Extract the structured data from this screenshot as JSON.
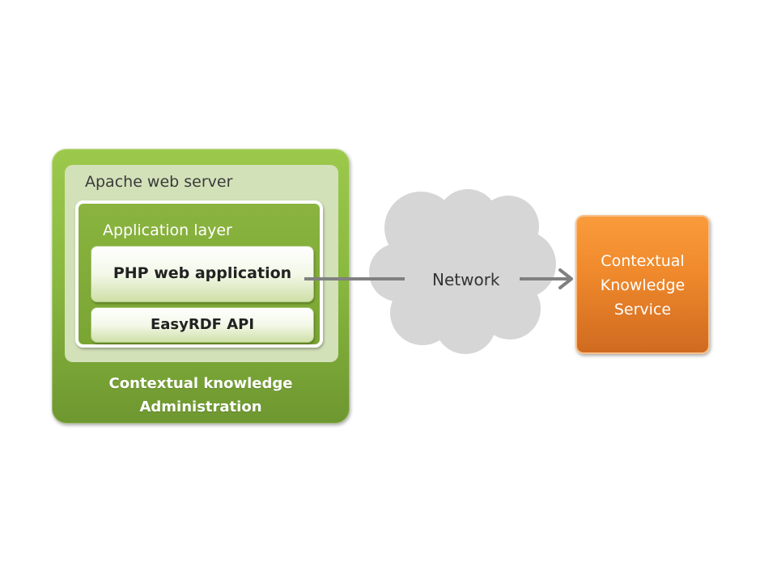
{
  "diagram": {
    "apache_label": "Apache web server",
    "application_layer_label": "Application layer",
    "php_label": "PHP web application",
    "easyrdf_label": "EasyRDF API",
    "admin_label_line1": "Contextual knowledge",
    "admin_label_line2": "Administration",
    "network_label": "Network",
    "service_label_line1": "Contextual",
    "service_label_line2": "Knowledge",
    "service_label_line3": "Service"
  },
  "colors": {
    "admin_green": "#8ab93f",
    "apache_pale_green": "#d3e1b9",
    "service_orange": "#f08a2c",
    "cloud_gray": "#d6d6d6",
    "arrow_gray": "#808080"
  }
}
